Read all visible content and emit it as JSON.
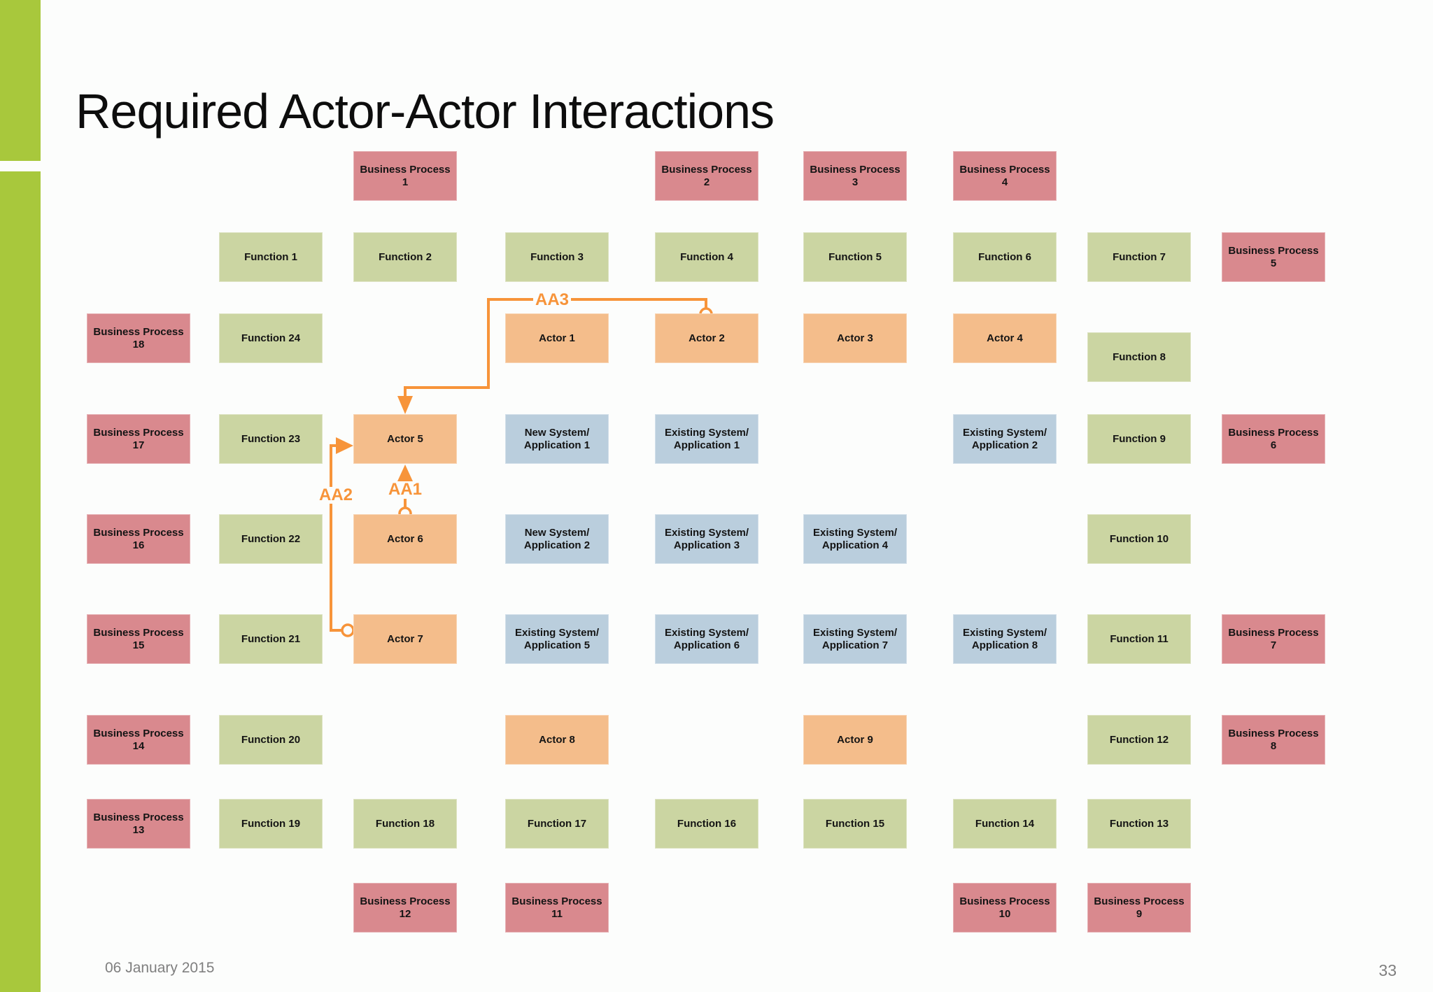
{
  "slide": {
    "title": "Required Actor-Actor Interactions"
  },
  "footer": {
    "date": "06 January 2015",
    "page_number": "33"
  },
  "colors": {
    "accent_bar_green": "#a8c83c",
    "business_process_pink": "#d9898e",
    "function_green": "#cbd5a2",
    "actor_orange": "#f4bd8b",
    "system_blue": "#bacedd",
    "connector_orange": "#f7943a",
    "footer_gray": "#7f7f7f"
  },
  "diagram": {
    "nodes": [
      {
        "id": "business-process-1",
        "type": "bp",
        "col": 3,
        "row": "A",
        "lines": [
          "Business Process",
          "1"
        ]
      },
      {
        "id": "business-process-2",
        "type": "bp",
        "col": 5,
        "row": "A",
        "lines": [
          "Business Process",
          "2"
        ]
      },
      {
        "id": "business-process-3",
        "type": "bp",
        "col": 6,
        "row": "A",
        "lines": [
          "Business Process",
          "3"
        ]
      },
      {
        "id": "business-process-4",
        "type": "bp",
        "col": 7,
        "row": "A",
        "lines": [
          "Business Process",
          "4"
        ]
      },
      {
        "id": "function-1",
        "type": "fn",
        "col": 2,
        "row": "B",
        "lines": [
          "Function 1"
        ]
      },
      {
        "id": "function-2",
        "type": "fn",
        "col": 3,
        "row": "B",
        "lines": [
          "Function 2"
        ]
      },
      {
        "id": "function-3",
        "type": "fn",
        "col": 4,
        "row": "B",
        "lines": [
          "Function 3"
        ]
      },
      {
        "id": "function-4",
        "type": "fn",
        "col": 5,
        "row": "B",
        "lines": [
          "Function 4"
        ]
      },
      {
        "id": "function-5",
        "type": "fn",
        "col": 6,
        "row": "B",
        "lines": [
          "Function 5"
        ]
      },
      {
        "id": "function-6",
        "type": "fn",
        "col": 7,
        "row": "B",
        "lines": [
          "Function 6"
        ]
      },
      {
        "id": "function-7",
        "type": "fn",
        "col": 8,
        "row": "B",
        "lines": [
          "Function 7"
        ]
      },
      {
        "id": "business-process-5",
        "type": "bp",
        "col": 9,
        "row": "B",
        "lines": [
          "Business Process",
          "5"
        ]
      },
      {
        "id": "business-process-18",
        "type": "bp",
        "col": 1,
        "row": "C",
        "lines": [
          "Business Process",
          "18"
        ]
      },
      {
        "id": "function-24",
        "type": "fn",
        "col": 2,
        "row": "C",
        "lines": [
          "Function 24"
        ]
      },
      {
        "id": "actor-1",
        "type": "actor",
        "col": 4,
        "row": "C",
        "lines": [
          "Actor 1"
        ]
      },
      {
        "id": "actor-2",
        "type": "actor",
        "col": 5,
        "row": "C",
        "lines": [
          "Actor 2"
        ]
      },
      {
        "id": "actor-3",
        "type": "actor",
        "col": 6,
        "row": "C",
        "lines": [
          "Actor 3"
        ]
      },
      {
        "id": "actor-4",
        "type": "actor",
        "col": 7,
        "row": "C",
        "lines": [
          "Actor 4"
        ]
      },
      {
        "id": "function-8",
        "type": "fn",
        "col": 8,
        "row": "C2",
        "lines": [
          "Function 8"
        ]
      },
      {
        "id": "business-process-17",
        "type": "bp",
        "col": 1,
        "row": "D",
        "lines": [
          "Business Process",
          "17"
        ]
      },
      {
        "id": "function-23",
        "type": "fn",
        "col": 2,
        "row": "D",
        "lines": [
          "Function 23"
        ]
      },
      {
        "id": "actor-5",
        "type": "actor",
        "col": 3,
        "row": "D",
        "lines": [
          "Actor 5"
        ]
      },
      {
        "id": "new-system-application-1",
        "type": "sys",
        "col": 4,
        "row": "D",
        "lines": [
          "New System/",
          "Application 1"
        ]
      },
      {
        "id": "existing-system-application-1",
        "type": "sys",
        "col": 5,
        "row": "D",
        "lines": [
          "Existing System/",
          "Application 1"
        ]
      },
      {
        "id": "existing-system-application-2",
        "type": "sys",
        "col": 7,
        "row": "D",
        "lines": [
          "Existing System/",
          "Application 2"
        ]
      },
      {
        "id": "function-9",
        "type": "fn",
        "col": 8,
        "row": "D",
        "lines": [
          "Function 9"
        ]
      },
      {
        "id": "business-process-6",
        "type": "bp",
        "col": 9,
        "row": "D",
        "lines": [
          "Business Process",
          "6"
        ]
      },
      {
        "id": "business-process-16",
        "type": "bp",
        "col": 1,
        "row": "E",
        "lines": [
          "Business Process",
          "16"
        ]
      },
      {
        "id": "function-22",
        "type": "fn",
        "col": 2,
        "row": "E",
        "lines": [
          "Function 22"
        ]
      },
      {
        "id": "actor-6",
        "type": "actor",
        "col": 3,
        "row": "E",
        "lines": [
          "Actor 6"
        ]
      },
      {
        "id": "new-system-application-2",
        "type": "sys",
        "col": 4,
        "row": "E",
        "lines": [
          "New System/",
          "Application 2"
        ]
      },
      {
        "id": "existing-system-application-3",
        "type": "sys",
        "col": 5,
        "row": "E",
        "lines": [
          "Existing System/",
          "Application 3"
        ]
      },
      {
        "id": "existing-system-application-4",
        "type": "sys",
        "col": 6,
        "row": "E",
        "lines": [
          "Existing System/",
          "Application 4"
        ]
      },
      {
        "id": "function-10",
        "type": "fn",
        "col": 8,
        "row": "E",
        "lines": [
          "Function 10"
        ]
      },
      {
        "id": "business-process-15",
        "type": "bp",
        "col": 1,
        "row": "F",
        "lines": [
          "Business Process",
          "15"
        ]
      },
      {
        "id": "function-21",
        "type": "fn",
        "col": 2,
        "row": "F",
        "lines": [
          "Function 21"
        ]
      },
      {
        "id": "actor-7",
        "type": "actor",
        "col": 3,
        "row": "F",
        "lines": [
          "Actor 7"
        ]
      },
      {
        "id": "existing-system-application-5",
        "type": "sys",
        "col": 4,
        "row": "F",
        "lines": [
          "Existing System/",
          "Application 5"
        ]
      },
      {
        "id": "existing-system-application-6",
        "type": "sys",
        "col": 5,
        "row": "F",
        "lines": [
          "Existing System/",
          "Application 6"
        ]
      },
      {
        "id": "existing-system-application-7",
        "type": "sys",
        "col": 6,
        "row": "F",
        "lines": [
          "Existing System/",
          "Application 7"
        ]
      },
      {
        "id": "existing-system-application-8",
        "type": "sys",
        "col": 7,
        "row": "F",
        "lines": [
          "Existing System/",
          "Application 8"
        ]
      },
      {
        "id": "function-11",
        "type": "fn",
        "col": 8,
        "row": "F",
        "lines": [
          "Function 11"
        ]
      },
      {
        "id": "business-process-7",
        "type": "bp",
        "col": 9,
        "row": "F",
        "lines": [
          "Business Process",
          "7"
        ]
      },
      {
        "id": "business-process-14",
        "type": "bp",
        "col": 1,
        "row": "G",
        "lines": [
          "Business Process",
          "14"
        ]
      },
      {
        "id": "function-20",
        "type": "fn",
        "col": 2,
        "row": "G",
        "lines": [
          "Function 20"
        ]
      },
      {
        "id": "actor-8",
        "type": "actor",
        "col": 4,
        "row": "G",
        "lines": [
          "Actor 8"
        ]
      },
      {
        "id": "actor-9",
        "type": "actor",
        "col": 6,
        "row": "G",
        "lines": [
          "Actor 9"
        ]
      },
      {
        "id": "function-12",
        "type": "fn",
        "col": 8,
        "row": "G",
        "lines": [
          "Function 12"
        ]
      },
      {
        "id": "business-process-8",
        "type": "bp",
        "col": 9,
        "row": "G",
        "lines": [
          "Business Process",
          "8"
        ]
      },
      {
        "id": "business-process-13",
        "type": "bp",
        "col": 1,
        "row": "H",
        "lines": [
          "Business Process",
          "13"
        ]
      },
      {
        "id": "function-19",
        "type": "fn",
        "col": 2,
        "row": "H",
        "lines": [
          "Function 19"
        ]
      },
      {
        "id": "function-18",
        "type": "fn",
        "col": 3,
        "row": "H",
        "lines": [
          "Function 18"
        ]
      },
      {
        "id": "function-17",
        "type": "fn",
        "col": 4,
        "row": "H",
        "lines": [
          "Function 17"
        ]
      },
      {
        "id": "function-16",
        "type": "fn",
        "col": 5,
        "row": "H",
        "lines": [
          "Function 16"
        ]
      },
      {
        "id": "function-15",
        "type": "fn",
        "col": 6,
        "row": "H",
        "lines": [
          "Function 15"
        ]
      },
      {
        "id": "function-14",
        "type": "fn",
        "col": 7,
        "row": "H",
        "lines": [
          "Function 14"
        ]
      },
      {
        "id": "function-13",
        "type": "fn",
        "col": 8,
        "row": "H",
        "lines": [
          "Function 13"
        ]
      },
      {
        "id": "business-process-12",
        "type": "bp",
        "col": 3,
        "row": "I",
        "lines": [
          "Business Process",
          "12"
        ]
      },
      {
        "id": "business-process-11",
        "type": "bp",
        "col": 4,
        "row": "I",
        "lines": [
          "Business Process",
          "11"
        ]
      },
      {
        "id": "business-process-10",
        "type": "bp",
        "col": 7,
        "row": "I",
        "lines": [
          "Business Process",
          "10"
        ]
      },
      {
        "id": "business-process-9",
        "type": "bp",
        "col": 8,
        "row": "I",
        "lines": [
          "Business Process",
          "9"
        ]
      }
    ],
    "connections": [
      {
        "label": "AA1",
        "from": "actor-6",
        "to": "actor-5"
      },
      {
        "label": "AA2",
        "from": "actor-7",
        "to": "actor-5"
      },
      {
        "label": "AA3",
        "from": "actor-2",
        "to": "actor-5"
      }
    ]
  }
}
